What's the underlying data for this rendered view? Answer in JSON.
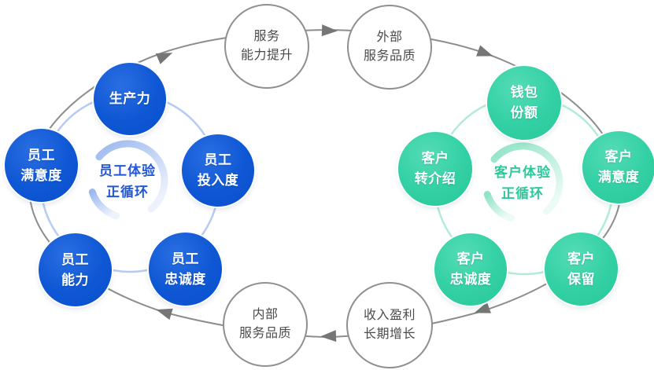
{
  "diagram": {
    "description": "service profit chain double cycle diagram",
    "colors": {
      "employee_primary": "#0e57d4",
      "employee_ring": "#b5cbf3",
      "employee_center_text": "#2257d8",
      "customer_primary": "#32d0a4",
      "customer_ring": "#b2ecd8",
      "customer_center_text": "#2cc89c",
      "loop_line": "#8d8d8d",
      "arrowhead": "#767676",
      "white_node_border": "#8f8f8f",
      "white_node_text": "#4b4b4b"
    },
    "employee_cycle": {
      "center_label": "员工体验\n正循环",
      "nodes": [
        {
          "label": "生产力"
        },
        {
          "label": "员工\n满意度"
        },
        {
          "label": "员工\n投入度"
        },
        {
          "label": "员工\n能力"
        },
        {
          "label": "员工\n忠诚度"
        }
      ]
    },
    "customer_cycle": {
      "center_label": "客户体验\n正循环",
      "nodes": [
        {
          "label": "钱包\n份额"
        },
        {
          "label": "客户\n转介绍"
        },
        {
          "label": "客户\n满意度"
        },
        {
          "label": "客户\n忠诚度"
        },
        {
          "label": "客户\n保留"
        }
      ]
    },
    "outer_loop": {
      "nodes": [
        {
          "label": "服务\n能力提升"
        },
        {
          "label": "外部\n服务品质"
        },
        {
          "label": "收入盈利\n长期增长"
        },
        {
          "label": "内部\n服务品质"
        }
      ]
    }
  }
}
